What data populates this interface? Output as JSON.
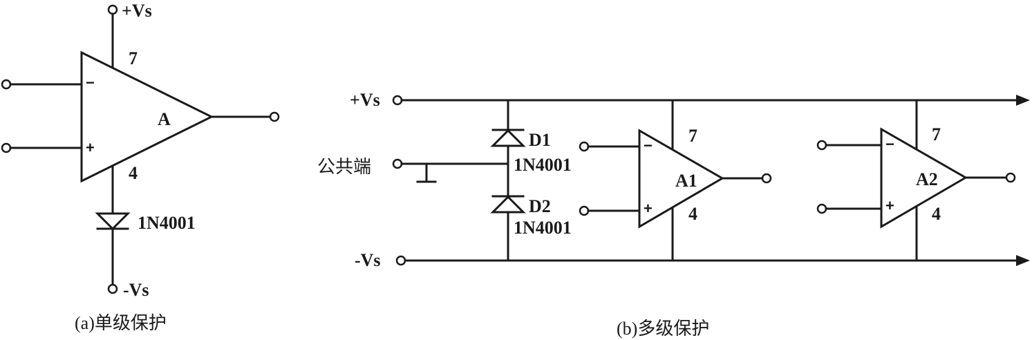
{
  "panel_a": {
    "vplus": "+Vs",
    "vminus": "-Vs",
    "pin_top": "7",
    "pin_bottom": "4",
    "amp": "A",
    "minus": "−",
    "plus": "+",
    "diode": "1N4001",
    "caption": "(a)单级保护"
  },
  "panel_b": {
    "vplus": "+Vs",
    "vminus": "-Vs",
    "common": "公共端",
    "d1": "D1",
    "d1_part": "1N4001",
    "d2": "D2",
    "d2_part": "1N4001",
    "a1": {
      "name": "A1",
      "pin_top": "7",
      "pin_bottom": "4",
      "minus": "−",
      "plus": "+"
    },
    "a2": {
      "name": "A2",
      "pin_top": "7",
      "pin_bottom": "4",
      "minus": "−",
      "plus": "+"
    },
    "caption": "(b)多级保护"
  }
}
